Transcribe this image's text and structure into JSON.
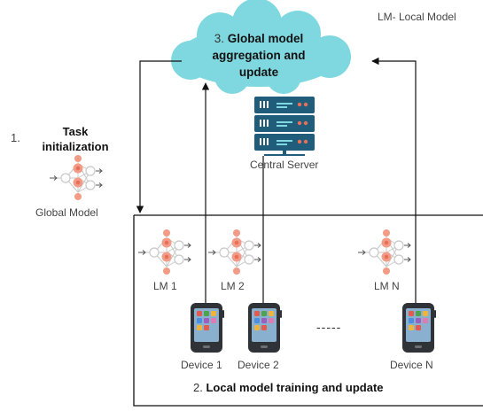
{
  "legend": "LM- Local Model",
  "aggregation": {
    "number": "3.",
    "title_line1": "Global model",
    "title_line2": "aggregation and",
    "title_line3": "update",
    "cloud_color": "#7fd8df"
  },
  "task": {
    "number": "1.",
    "title_line1": "Task",
    "title_line2": "initialization"
  },
  "global_model_label": "Global Model",
  "server": {
    "label": "Central Server",
    "color": "#1f5d7a"
  },
  "local_models": [
    "LM 1",
    "LM 2",
    "LM N"
  ],
  "devices": [
    "Device 1",
    "Device 2",
    "Device N"
  ],
  "ellipsis": "-----",
  "training": {
    "number": "2.",
    "title": "Local model training and update"
  },
  "colors": {
    "neuron": "#f29b86",
    "neuron_core": "#e8705a",
    "phone_body": "#2f3236",
    "phone_screen": "#8ab0cf",
    "app_colors": [
      "#e35b4e",
      "#4da34f",
      "#f0b43c",
      "#4a8fe0",
      "#9b5fc0",
      "#e07ab0"
    ]
  },
  "icons": {
    "network": "neural-network-icon",
    "server": "server-icon",
    "phone": "smartphone-icon",
    "cloud": "cloud-icon"
  }
}
